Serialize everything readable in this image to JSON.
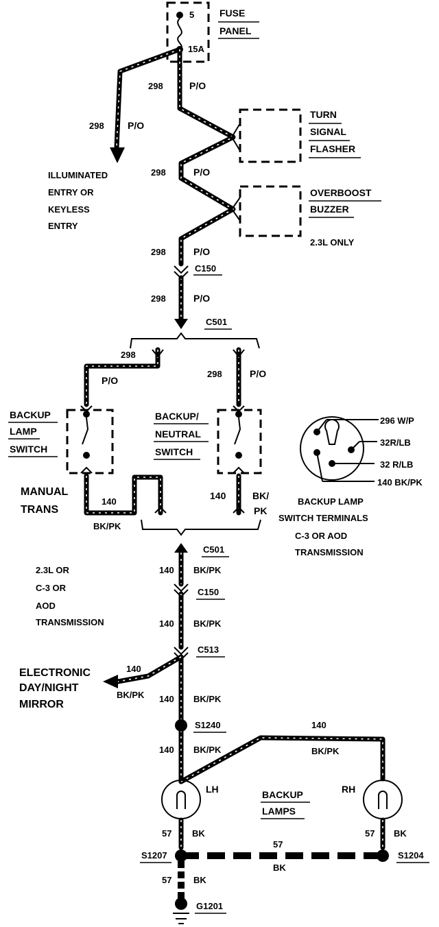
{
  "fuse_panel": {
    "label_line1": "FUSE",
    "label_line2": "PANEL",
    "fuse_number": "5",
    "fuse_rating": "15A"
  },
  "wires": {
    "c298_po_1": {
      "circuit": "298",
      "color": "P/O"
    },
    "c298_po_left": {
      "circuit": "298",
      "color": "P/O"
    },
    "c298_po_2": {
      "circuit": "298",
      "color": "P/O"
    },
    "c298_po_3": {
      "circuit": "298",
      "color": "P/O"
    },
    "c298_po_4": {
      "circuit": "298",
      "color": "P/O"
    },
    "c298_po_lamp": {
      "circuit": "298",
      "color": "P/O"
    },
    "c298_po_neutral": {
      "circuit": "298",
      "color": "P/O"
    },
    "c140_manual": {
      "circuit": "140",
      "color": "BK/PK"
    },
    "c140_neutral": {
      "circuit": "140",
      "color_line1": "BK/",
      "color_line2": "PK"
    },
    "c140_a": {
      "circuit": "140",
      "color": "BK/PK"
    },
    "c140_b": {
      "circuit": "140",
      "color": "BK/PK"
    },
    "c140_mirror": {
      "circuit": "140",
      "color": "BK/PK"
    },
    "c140_c": {
      "circuit": "140",
      "color": "BK/PK"
    },
    "c140_d": {
      "circuit": "140",
      "color": "BK/PK"
    },
    "c140_rh": {
      "circuit": "140",
      "color": "BK/PK"
    },
    "c57_lh": {
      "circuit": "57",
      "color": "BK"
    },
    "c57_rh": {
      "circuit": "57",
      "color": "BK"
    },
    "c57_bus": {
      "circuit": "57",
      "color": "BK"
    },
    "c57_gnd": {
      "circuit": "57",
      "color": "BK"
    }
  },
  "illuminated_entry": {
    "line1": "ILLUMINATED",
    "line2": "ENTRY OR",
    "line3": "KEYLESS",
    "line4": "ENTRY"
  },
  "turn_signal_flasher": {
    "line1": "TURN",
    "line2": "SIGNAL",
    "line3": "FLASHER"
  },
  "overboost_buzzer": {
    "line1": "OVERBOOST",
    "line2": "BUZZER",
    "note": "2.3L ONLY"
  },
  "connectors": {
    "c150_top": "C150",
    "c501_top": "C501",
    "c501_bottom": "C501",
    "c150_bottom": "C150",
    "c513": "C513"
  },
  "splices": {
    "s1240": "S1240",
    "s1207": "S1207",
    "s1204": "S1204"
  },
  "ground": {
    "g1201": "G1201"
  },
  "backup_lamp_switch": {
    "line1": "BACKUP",
    "line2": "LAMP",
    "line3": "SWITCH"
  },
  "backup_neutral_switch": {
    "line1": "BACKUP/",
    "line2": "NEUTRAL",
    "line3": "SWITCH"
  },
  "manual_trans": {
    "line1": "MANUAL",
    "line2": "TRANS"
  },
  "terminals": {
    "t296": "296 W/P",
    "t32a": "32R/LB",
    "t32b": "32 R/LB",
    "t140": "140 BK/PK",
    "caption_line1": "BACKUP LAMP",
    "caption_line2": "SWITCH TERMINALS",
    "caption_line3": "C-3 OR AOD",
    "caption_line4": "TRANSMISSION"
  },
  "trans_note": {
    "line1": "2.3L OR",
    "line2": "C-3 OR",
    "line3": "AOD",
    "line4": "TRANSMISSION"
  },
  "mirror": {
    "line1": "ELECTRONIC",
    "line2": "DAY/NIGHT",
    "line3": "MIRROR"
  },
  "lamps": {
    "lh": "LH",
    "rh": "RH",
    "label_line1": "BACKUP",
    "label_line2": "LAMPS"
  }
}
